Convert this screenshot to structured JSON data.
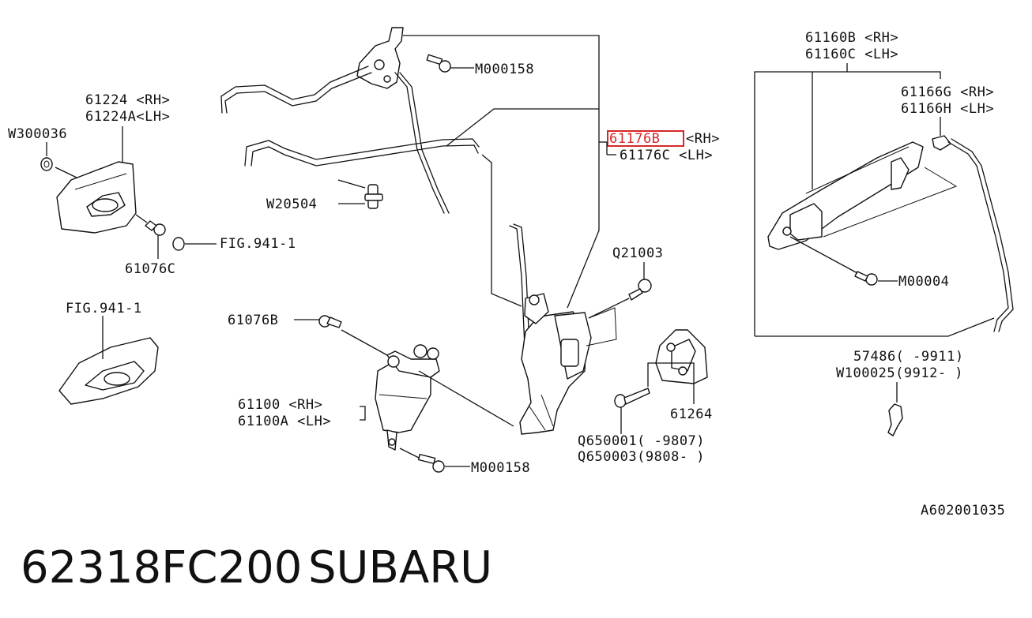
{
  "diagram": {
    "labels": {
      "m000158_top": "M000158",
      "p61176b": "61176B",
      "p61176b_side": "<RH>",
      "p61176c": "61176C <LH>",
      "w20504": "W20504",
      "p61224_rh": "61224 <RH>",
      "p61224a_lh": "61224A<LH>",
      "w300036": "W300036",
      "fig941_top": "FIG.941-1",
      "p61076c": "61076C",
      "fig941_bottom": "FIG.941-1",
      "p61076b": "61076B",
      "p61100_rh": "61100  <RH>",
      "p61100a_lh": "61100A <LH>",
      "m000158_bottom": "M000158",
      "q21003": "Q21003",
      "p61264": "61264",
      "q650001": "Q650001(    -9807)",
      "q650003": "Q650003(9808-   )",
      "p61160b": "61160B <RH>",
      "p61160c": "61160C <LH>",
      "p61166g": "61166G <RH>",
      "p61166h": "61166H <LH>",
      "m00004": "M00004",
      "p57486": "57486(    -9911)",
      "w100025": "W100025(9912-   )",
      "ref_code": "A602001035"
    },
    "highlight_color": "#d62828"
  },
  "caption": {
    "part_number": "62318FC200",
    "brand": "SUBARU"
  }
}
